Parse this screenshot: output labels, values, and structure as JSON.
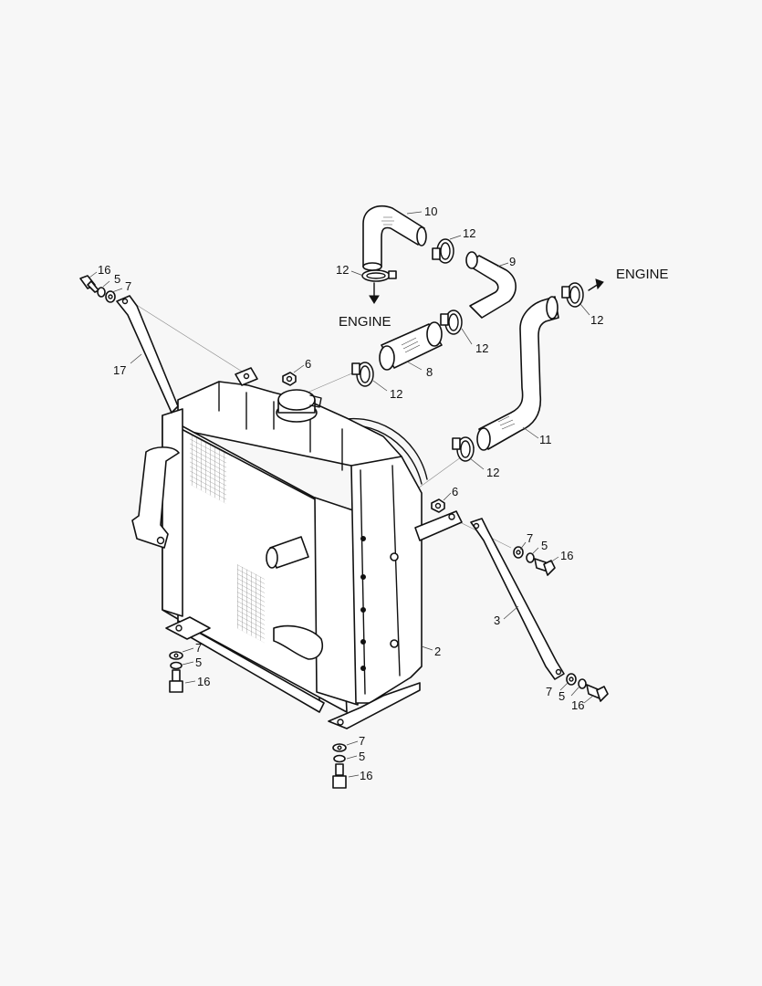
{
  "callouts": {
    "c10": "10",
    "c12_top": "12",
    "c12_left": "12",
    "c9": "9",
    "c12_right": "12",
    "c12_mid": "12",
    "c8": "8",
    "c12_mid2": "12",
    "c11": "11",
    "c12_low": "12",
    "c6_top": "6",
    "c6_right": "6",
    "c16_tl": "16",
    "c5_tl": "5",
    "c7_tl": "7",
    "c17": "17",
    "c2": "2",
    "c3": "3",
    "c7_r1": "7",
    "c5_r1": "5",
    "c16_r1": "16",
    "c7_r2": "7",
    "c5_r2": "5",
    "c16_r2": "16",
    "c7_bl": "7",
    "c5_bl": "5",
    "c16_bl": "16",
    "c7_bm": "7",
    "c5_bm": "5",
    "c16_bm": "16"
  },
  "engine_labels": {
    "left": "ENGINE",
    "right": "ENGINE"
  }
}
